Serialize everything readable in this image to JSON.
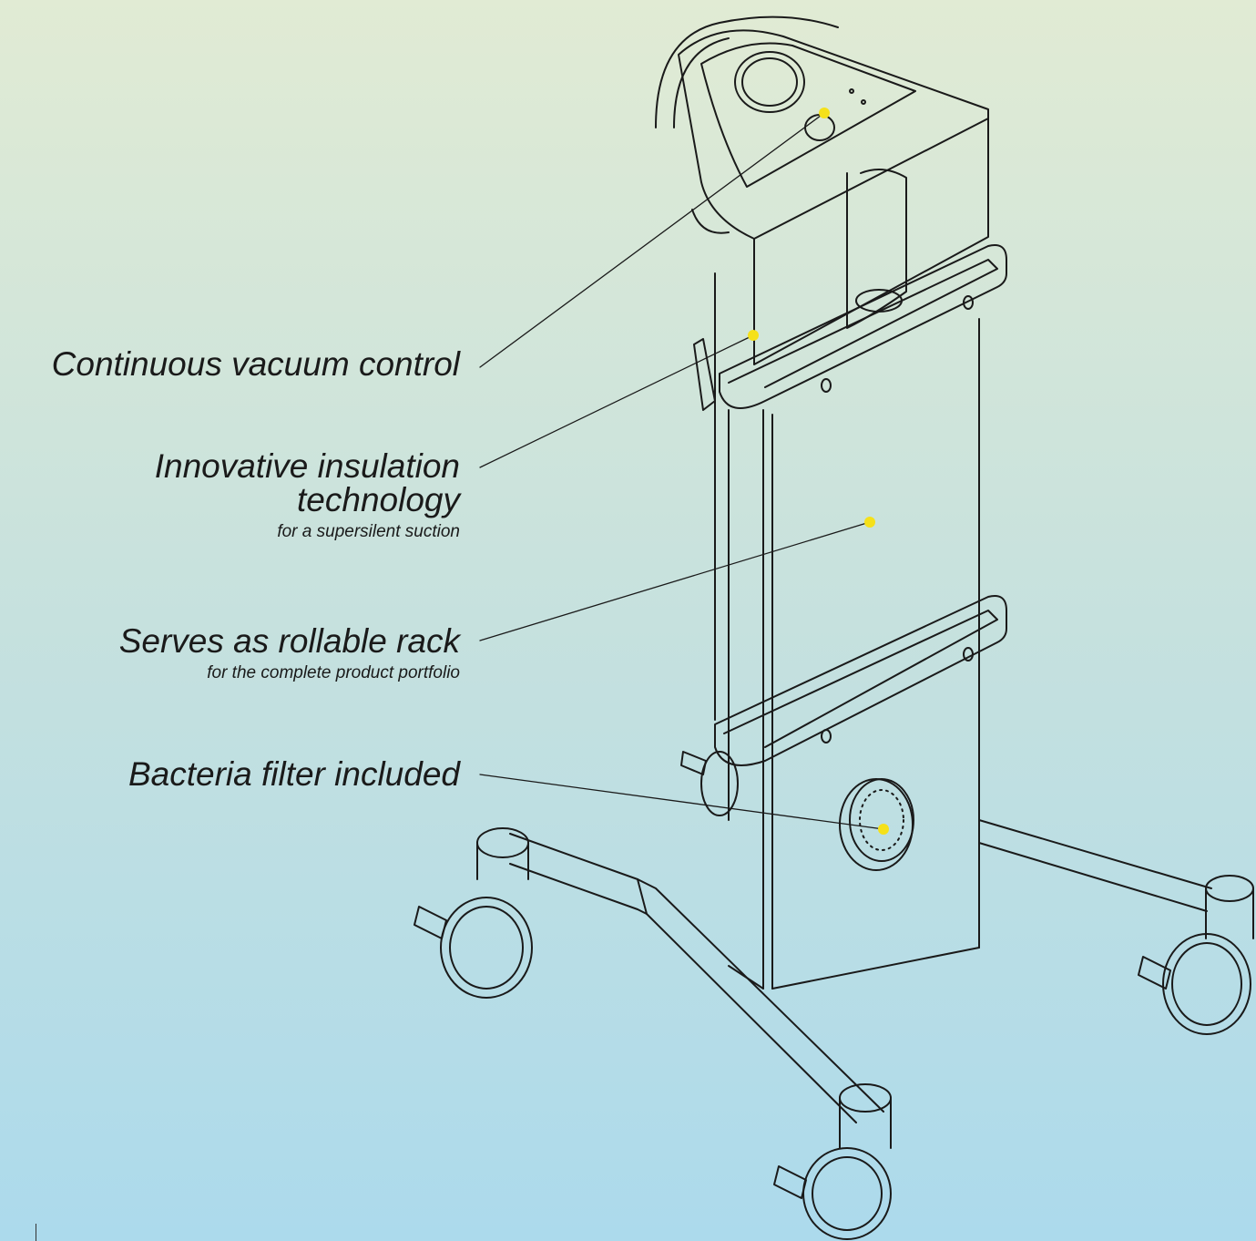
{
  "callouts": [
    {
      "title": "Continuous vacuum control",
      "subtitle": ""
    },
    {
      "title": "Innovative insulation",
      "title_line2": "technology",
      "subtitle": "for a supersilent suction"
    },
    {
      "title": "Serves as rollable rack",
      "subtitle": "for the complete product portfolio"
    },
    {
      "title": "Bacteria filter included",
      "subtitle": ""
    }
  ],
  "colors": {
    "background_top": "#e1ebd4",
    "background_bottom": "#acdaec",
    "marker": "#f5e11a",
    "line": "#1a1a1a"
  },
  "illustration": "suction-unit-on-rolling-stand"
}
